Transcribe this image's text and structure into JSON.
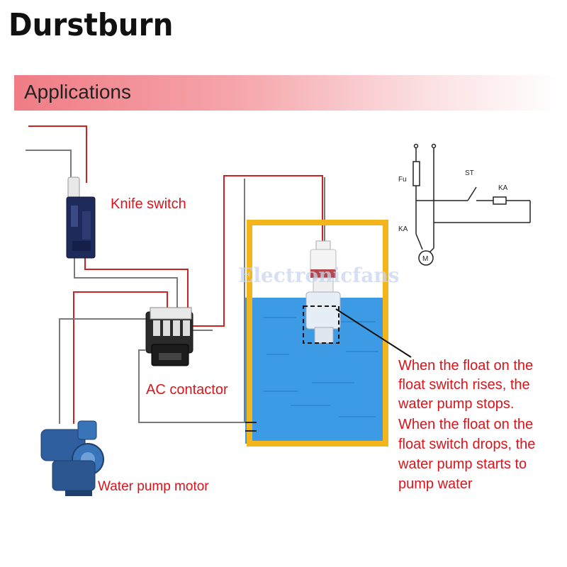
{
  "brand": "Durstburn",
  "section_title": "Applications",
  "watermark": "Electronicfans",
  "labels": {
    "knife_switch": "Knife switch",
    "ac_contactor": "AC contactor",
    "water_pump_motor": "Water pump motor"
  },
  "description_lines": [
    "When the float on the",
    "float switch rises, the",
    "water pump stops.",
    "When the float on the",
    "float switch drops, the",
    "water pump starts to",
    "pump water"
  ],
  "schematic": {
    "fuse": "Fu",
    "switch": "ST",
    "relay": "KA",
    "contact": "KA",
    "motor": "M"
  },
  "colors": {
    "accent_red": "#d9141b",
    "tank_frame": "#f3b51a",
    "water": "#3d9be6",
    "wire_gray": "#7a7a7a",
    "wire_red": "#d02020"
  }
}
